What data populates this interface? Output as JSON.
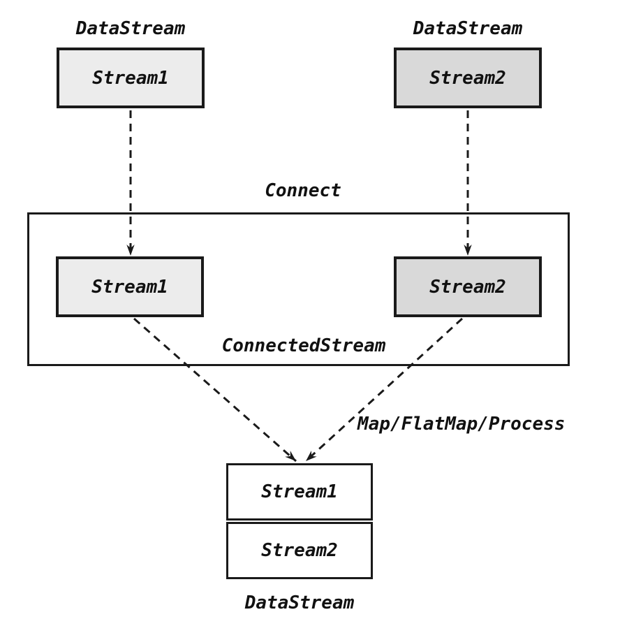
{
  "diagram": {
    "sources": {
      "left": {
        "type_label": "DataStream",
        "box_label": "Stream1"
      },
      "right": {
        "type_label": "DataStream",
        "box_label": "Stream2"
      }
    },
    "connect": {
      "operation_label": "Connect",
      "result_type_label": "ConnectedStream",
      "left_box_label": "Stream1",
      "right_box_label": "Stream2"
    },
    "merge": {
      "edge_label": "Map/FlatMap/Process"
    },
    "result": {
      "cells": [
        "Stream1",
        "Stream2"
      ],
      "type_label": "DataStream"
    },
    "colors": {
      "line_color": "#1a1a1a",
      "stream1_fill": "#ececec",
      "stream2_fill": "#d9d9d9",
      "bg_color": "#ffffff",
      "text_color": "#111111"
    }
  }
}
